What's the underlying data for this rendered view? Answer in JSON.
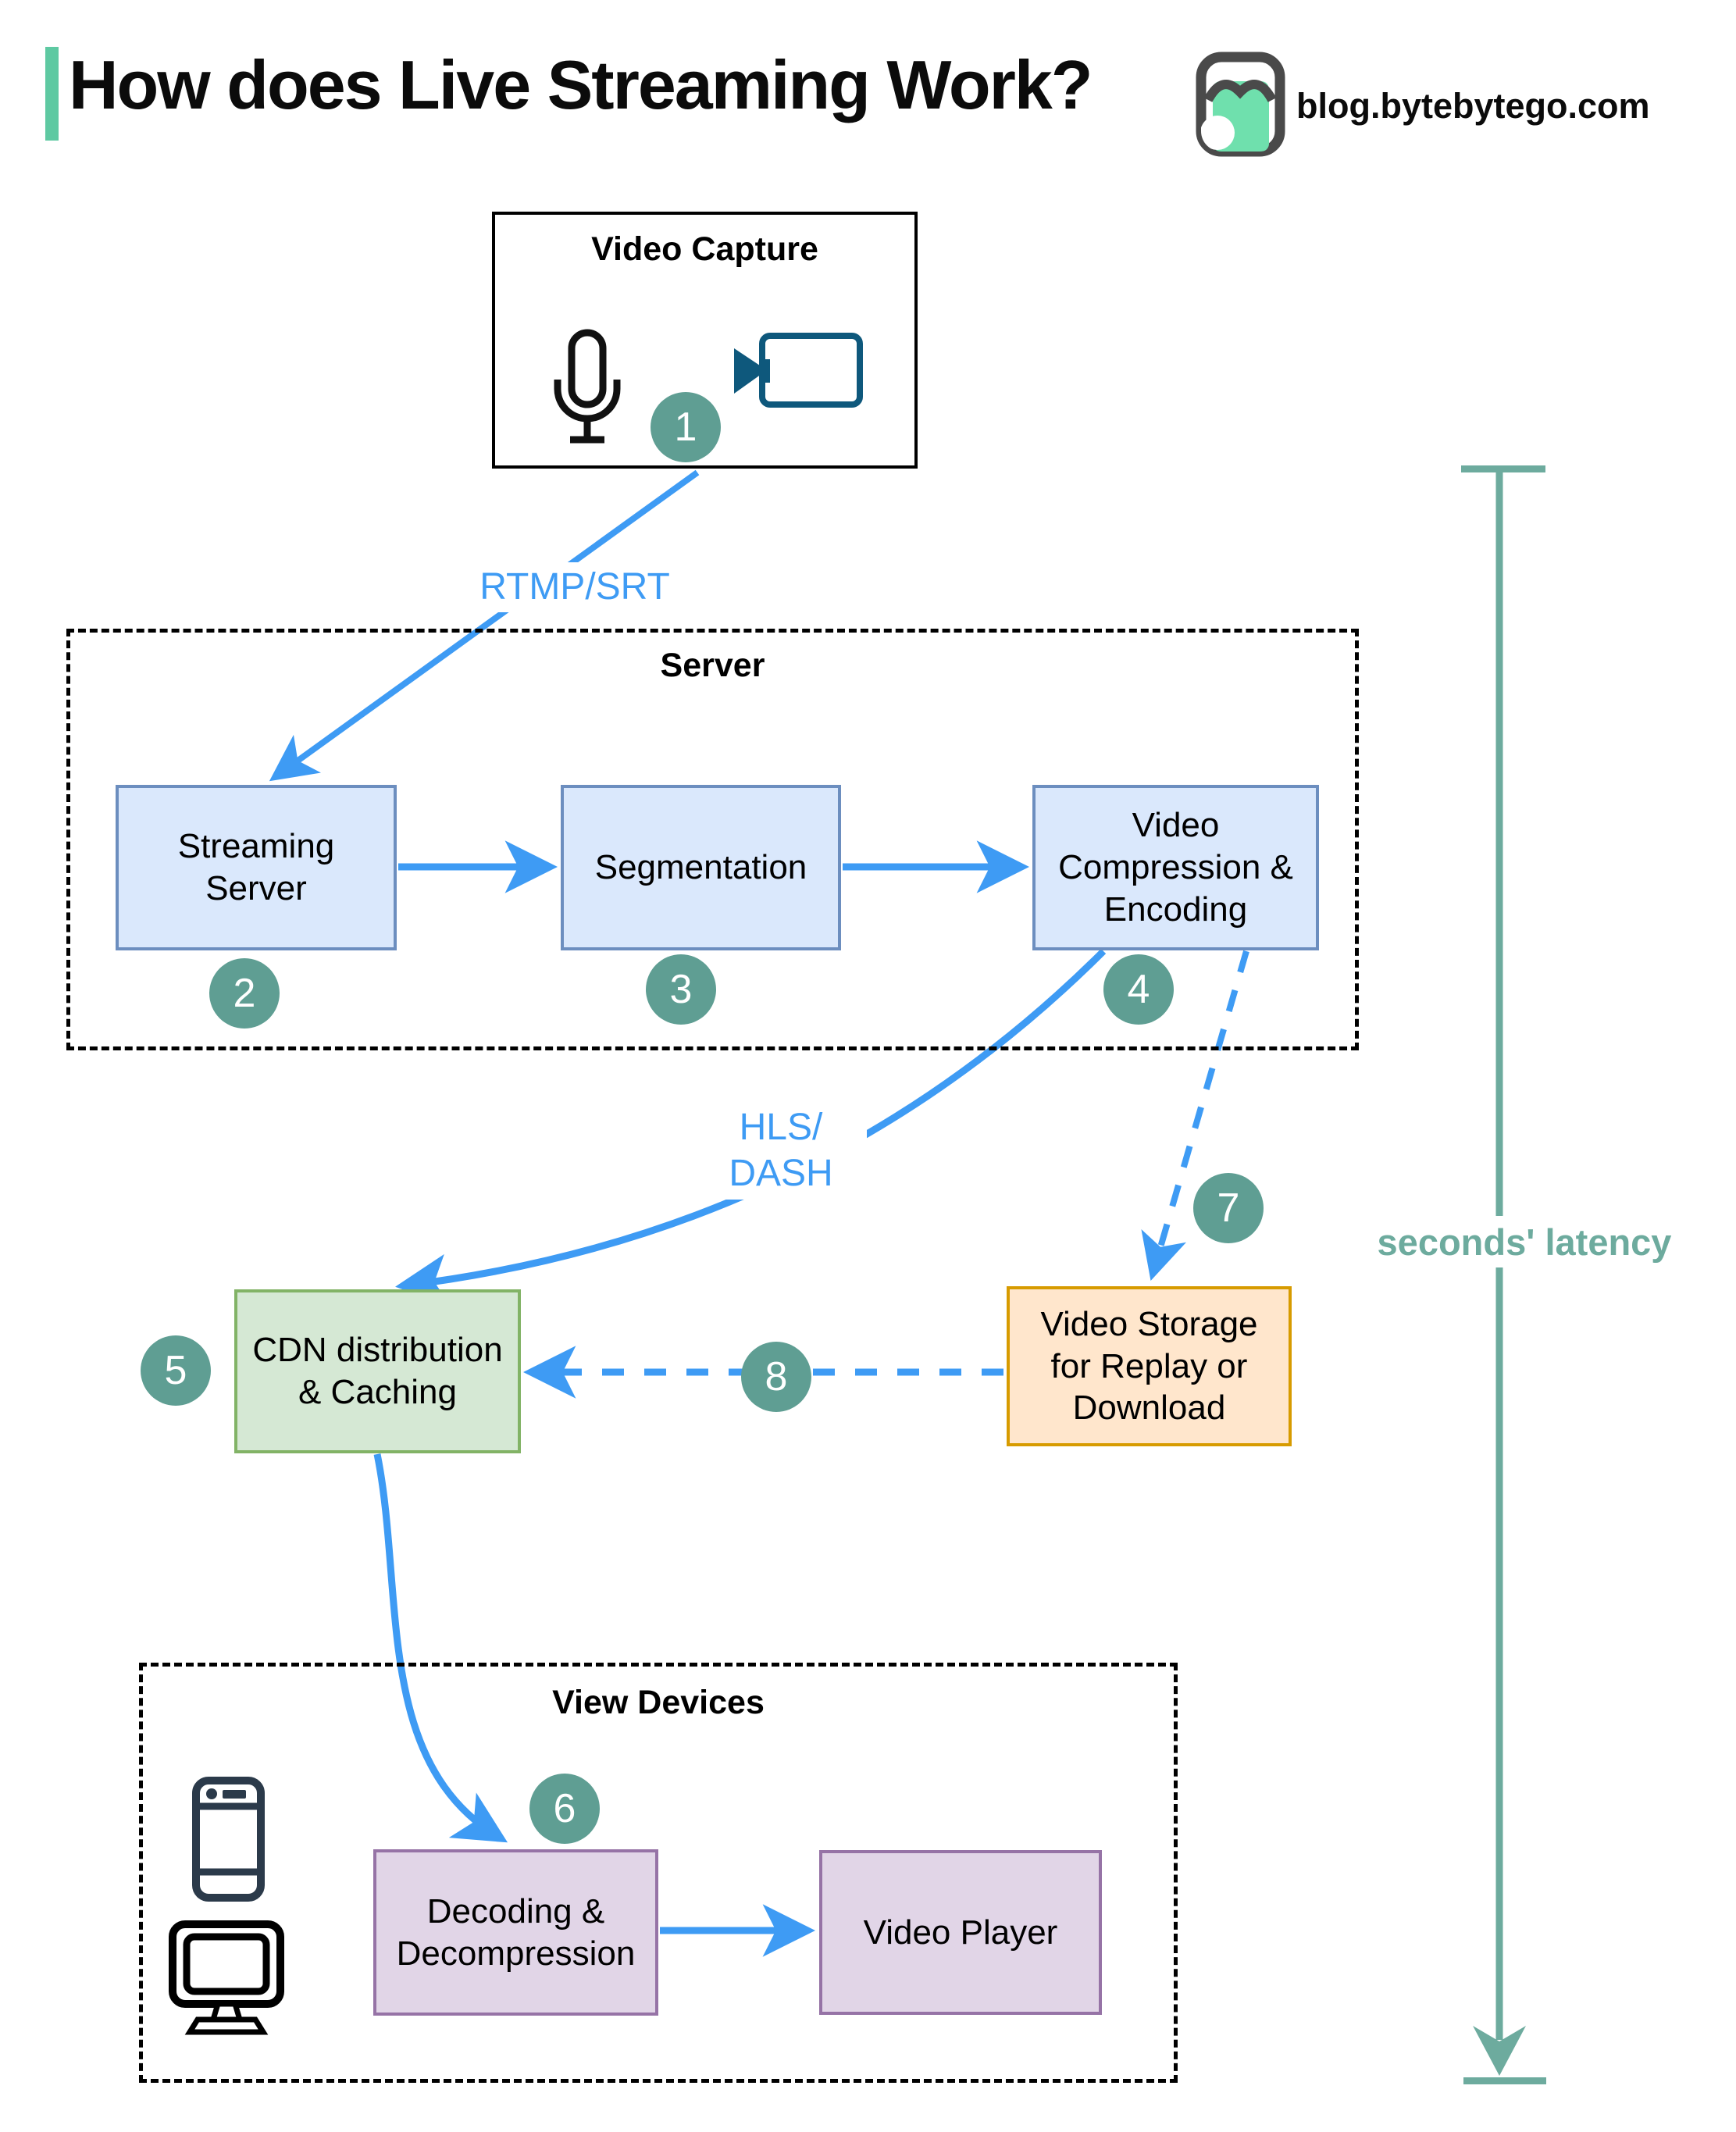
{
  "colors": {
    "accent-green": "#5ec9a2",
    "arrow-blue": "#3e9bf4",
    "circle-teal": "#5f9e93",
    "latency-teal": "#6dab9e",
    "node-blue-fill": "#dae8fc",
    "node-blue-stroke": "#6c8ebf",
    "node-green-fill": "#d5e8d4",
    "node-green-stroke": "#82b366",
    "node-orange-fill": "#ffe6cc",
    "node-orange-stroke": "#d79b00",
    "node-purple-fill": "#e1d5e7",
    "node-purple-stroke": "#9673a6",
    "logo-green": "#6fe0ad",
    "icon-dark-teal": "#0e587c",
    "icon-navy": "#2b3a4a"
  },
  "header": {
    "title": "How does Live Streaming Work?",
    "site": "blog.bytebytego.com"
  },
  "groups": {
    "server": {
      "label": "Server"
    },
    "view_devices": {
      "label": "View Devices"
    }
  },
  "nodes": {
    "video_capture": {
      "title": "Video Capture"
    },
    "streaming_server": {
      "label": "Streaming\nServer"
    },
    "segmentation": {
      "label": "Segmentation"
    },
    "compression": {
      "label": "Video\nCompression &\nEncoding"
    },
    "cdn": {
      "label": "CDN distribution\n& Caching"
    },
    "storage": {
      "label": "Video Storage\nfor Replay or\nDownload"
    },
    "decoding": {
      "label": "Decoding &\nDecompression"
    },
    "video_player": {
      "label": "Video Player"
    }
  },
  "edge_labels": {
    "ingest_protocol": "RTMP/SRT",
    "delivery_protocol": "HLS/\nDASH",
    "latency": "seconds' latency"
  },
  "steps": [
    "1",
    "2",
    "3",
    "4",
    "5",
    "6",
    "7",
    "8"
  ],
  "icons": {
    "microphone": "microphone-icon",
    "video_camera": "video-camera-icon",
    "smartphone": "smartphone-icon",
    "monitor": "monitor-icon",
    "logo": "bytebytego-logo"
  }
}
